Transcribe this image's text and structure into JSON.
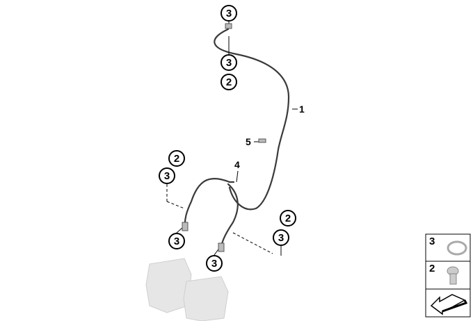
{
  "callouts": {
    "top_3a": "3",
    "top_3b": "3",
    "top_2": "2",
    "left_2": "2",
    "left_3": "3",
    "right_2": "2",
    "right_3": "3",
    "caliper_left_3": "3",
    "caliper_right_3": "3"
  },
  "labels": {
    "hose_1": "1",
    "screw_5": "5",
    "bolt_4": "4"
  },
  "legend": [
    {
      "num": "3",
      "icon": "sealing-ring-icon"
    },
    {
      "num": "2",
      "icon": "banjo-bolt-icon"
    },
    {
      "icon": "arrow-direction-icon"
    }
  ],
  "colors": {
    "line": "#3a3a3a",
    "caliper": "#e6e6e6"
  }
}
